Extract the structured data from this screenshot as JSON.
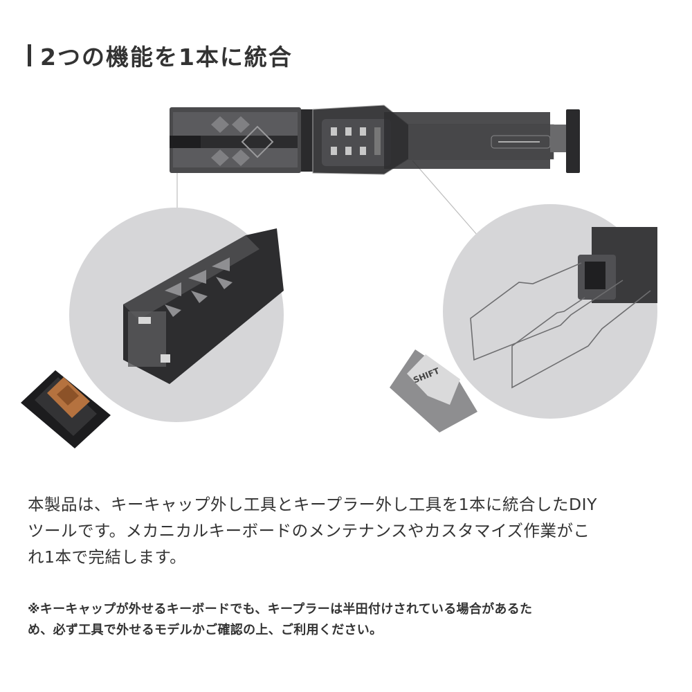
{
  "header": {
    "title": "2つの機能を1本に統合"
  },
  "illustration": {
    "tool_label": "keycap + switch puller combo tool",
    "left_callout": "switch puller end (close-up)",
    "right_callout": "keycap puller wires (close-up)",
    "keycap_legend": "SHIFT",
    "colors": {
      "circle_bg": "#d6d6d8",
      "tool_body": "#3a3a3c",
      "switch_stem": "#b5723f",
      "accent_line": "#bdbdbd"
    }
  },
  "description": {
    "lines": [
      "本製品は、キーキャップ外し工具とキープラー外し工具を1本に統合したDIY",
      "ツールです。メカニカルキーボードのメンテナンスやカスタマイズ作業がこ",
      "れ1本で完結します。"
    ]
  },
  "note": {
    "lines": [
      "※キーキャップが外せるキーボードでも、キープラーは半田付けされている場合があるた",
      "め、必ず工具で外せるモデルかご確認の上、ご利用ください。"
    ]
  }
}
